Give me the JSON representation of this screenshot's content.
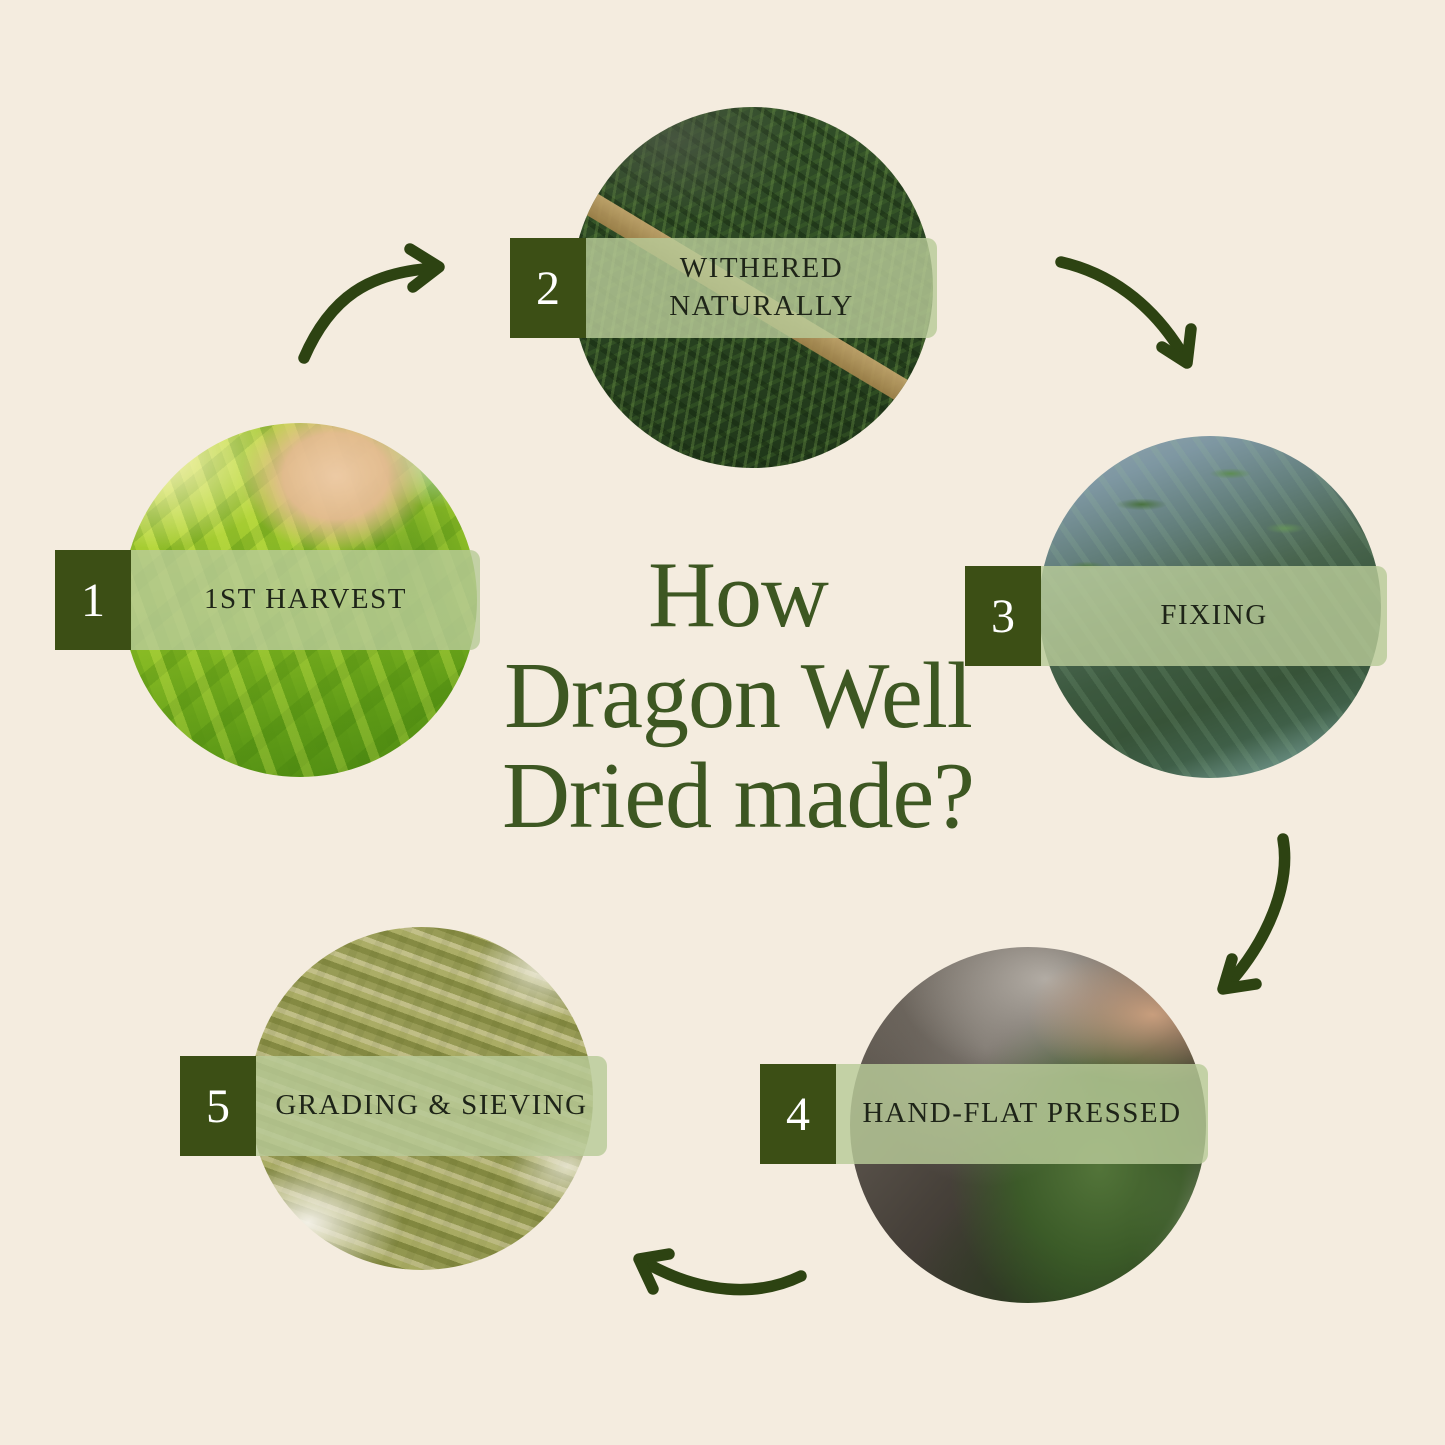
{
  "title": "How\nDragon Well\nDried made?",
  "steps": [
    {
      "number": "1",
      "label": "1ST HARVEST",
      "photo": "hand-picking-fresh-green-tea-leaves"
    },
    {
      "number": "2",
      "label": "WITHERED\nNATURALLY",
      "photo": "tea-leaves-withering-on-bamboo-tray"
    },
    {
      "number": "3",
      "label": "FIXING",
      "photo": "tea-leaves-tossed-during-pan-firing"
    },
    {
      "number": "4",
      "label": "HAND-FLAT PRESSED",
      "photo": "hand-pressing-steaming-tea-leaves-in-wok"
    },
    {
      "number": "5",
      "label": "GRADING & SIEVING",
      "photo": "dried-flat-longjing-tea-leaves"
    }
  ],
  "colors": {
    "background": "#f4ecdf",
    "number_box_green": "#3c4f15",
    "banner_green": "#b8cb98",
    "title_green": "#3d5722",
    "arrow_green": "#2d4312",
    "label_text": "#1e2418",
    "number_text": "#ffffff"
  }
}
